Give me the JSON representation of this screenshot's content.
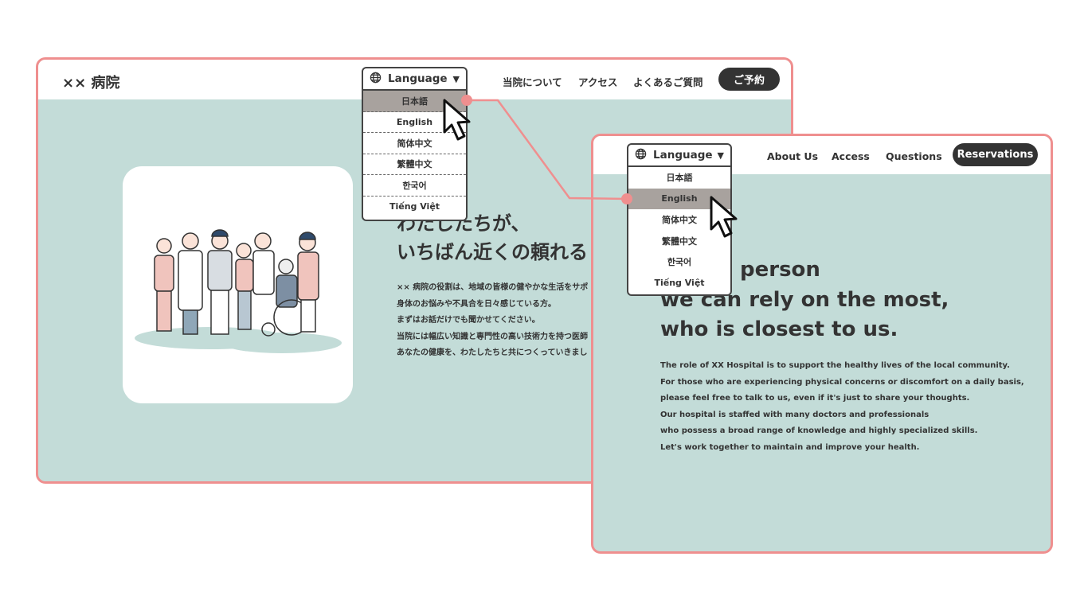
{
  "colors": {
    "frame": "#ef8f8f",
    "background": "#c3dcd8",
    "dark": "#333333",
    "selected": "#a8a29e"
  },
  "japanese_site": {
    "logo": "×× 病院",
    "language_label": "Language",
    "languages": [
      "日本語",
      "English",
      "简体中文",
      "繁體中文",
      "한국어",
      "Tiếng Việt"
    ],
    "selected_language": "日本語",
    "nav": [
      "当院について",
      "アクセス",
      "よくあるご質問"
    ],
    "reserve_button": "ご予約",
    "headline": [
      "わたしたちが、",
      "いちばん近くの頼れる"
    ],
    "body": [
      "×× 病院の役割は、地域の皆様の健やかな生活をサポ",
      "身体のお悩みや不具合を日々感じている方。",
      "まずはお話だけでも聞かせてください。",
      "当院には幅広い知識と専門性の高い技術力を持つ医師",
      "あなたの健康を、わたしたちと共につくっていきまし"
    ]
  },
  "english_site": {
    "language_label": "Language",
    "languages": [
      "日本語",
      "English",
      "简体中文",
      "繁體中文",
      "한국어",
      "Tiếng Việt"
    ],
    "selected_language": "English",
    "nav": [
      "About Us",
      "Access",
      "Questions"
    ],
    "reserve_button": "Reservations",
    "headline": [
      "person",
      "we can rely on the most,",
      "who is closest to us."
    ],
    "body": [
      "The role of XX Hospital is to support the healthy lives of the local community.",
      "For those who are experiencing physical concerns or discomfort on a daily basis,",
      "please feel free to talk to us, even if it's just to share your thoughts.",
      "Our hospital is staffed with many doctors and professionals",
      "who possess a broad range of knowledge and highly specialized skills.",
      "Let's work together to maintain and improve your health."
    ]
  },
  "icons": {
    "globe": "globe-icon",
    "caret": "caret-down-icon",
    "cursor": "mouse-pointer-icon"
  }
}
